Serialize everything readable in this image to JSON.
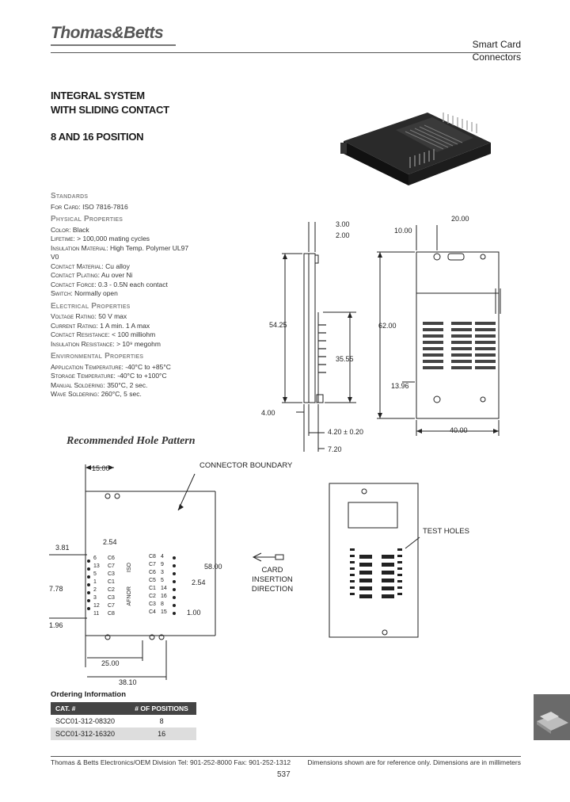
{
  "header": {
    "logo": "Thomas&Betts",
    "category_line1": "Smart Card",
    "category_line2": "Connectors"
  },
  "title": {
    "line1": "INTEGRAL SYSTEM",
    "line2": "WITH SLIDING CONTACT",
    "subtitle": "8 AND 16 POSITION"
  },
  "specs": {
    "standards": {
      "heading": "Standards",
      "lines": [
        {
          "k": "For Card:",
          "v": "ISO 7816-7816"
        }
      ]
    },
    "physical": {
      "heading": "Physical Properties",
      "lines": [
        {
          "k": "Color:",
          "v": "Black"
        },
        {
          "k": "Lifetime:",
          "v": "> 100,000 mating cycles"
        },
        {
          "k": "Insulation Material:",
          "v": "High Temp. Polymer UL97"
        },
        {
          "k": "",
          "v": "V0"
        },
        {
          "k": "Contact Material:",
          "v": "Cu alloy"
        },
        {
          "k": "Contact Plating:",
          "v": "Au over Ni"
        },
        {
          "k": "Contact Force:",
          "v": "0.3 - 0.5N each contact"
        },
        {
          "k": "Switch:",
          "v": "Normally open"
        }
      ]
    },
    "electrical": {
      "heading": "Electrical Properties",
      "lines": [
        {
          "k": "Voltage Rating:",
          "v": "50 V max"
        },
        {
          "k": "Current Rating:",
          "v": "1 A min. 1 A max"
        },
        {
          "k": "Contact Resistance:",
          "v": "< 100 milliohm"
        },
        {
          "k": "Insulation Resistance:",
          "v": "> 10⁹ megohm"
        }
      ]
    },
    "environmental": {
      "heading": "Environmental Properties",
      "lines": [
        {
          "k": "Application Temperature:",
          "v": "-40°C to +85°C"
        },
        {
          "k": "Storage Temperature:",
          "v": "-40°C to +100°C"
        },
        {
          "k": "Manual Soldering:",
          "v": "350°C, 2 sec."
        },
        {
          "k": "Wave Soldering:",
          "v": "260°C, 5 sec."
        }
      ]
    }
  },
  "side_drawing": {
    "d1": "3.00",
    "d2": "2.00",
    "d3": "54.25",
    "d4": "35.55",
    "d5": "4.00",
    "d6": "4.20 ± 0.20",
    "d7": "7.20"
  },
  "top_drawing": {
    "d1": "20.00",
    "d2": "10.00",
    "d3": "62.00",
    "d4": "13.96",
    "d5": "40.00"
  },
  "hole_pattern": {
    "title": "Recommended Hole Pattern",
    "connector_boundary": "CONNECTOR BOUNDARY",
    "card_insertion": "CARD INSERTION",
    "direction": "DIRECTION",
    "test_holes": "TEST HOLES",
    "d_15": "15.00",
    "d_381": "3.81",
    "d_254a": "2.54",
    "d_778": "7.78",
    "d_196": "1.96",
    "d_58": "58.00",
    "d_254b": "2.54",
    "d_100": "1.00",
    "d_25": "25.00",
    "d_3810": "38.10",
    "iso": "ISO",
    "afnor": "AFNOR",
    "left_pins": [
      "6",
      "13",
      "5",
      "1",
      "2",
      "3",
      "12",
      "11"
    ],
    "left_labels": [
      "C6",
      "C7",
      "C3",
      "C1",
      "C2",
      "C3",
      "C7",
      "C8"
    ],
    "right_labels": [
      "C8",
      "C7",
      "C6",
      "C5",
      "C1",
      "C2",
      "C3",
      "C4"
    ],
    "right_pins": [
      "4",
      "9",
      "3",
      "5",
      "14",
      "16",
      "8",
      "15"
    ]
  },
  "ordering": {
    "title": "Ordering Information",
    "headers": [
      "CAT. #",
      "# OF POSITIONS"
    ],
    "rows": [
      [
        "SCC01-312-08320",
        "8"
      ],
      [
        "SCC01-312-16320",
        "16"
      ]
    ]
  },
  "footer": {
    "left": "Thomas & Betts Electronics/OEM Division  Tel: 901-252-8000  Fax: 901-252-1312",
    "right": "Dimensions shown are for reference only. Dimensions are in millimeters",
    "page": "537"
  }
}
